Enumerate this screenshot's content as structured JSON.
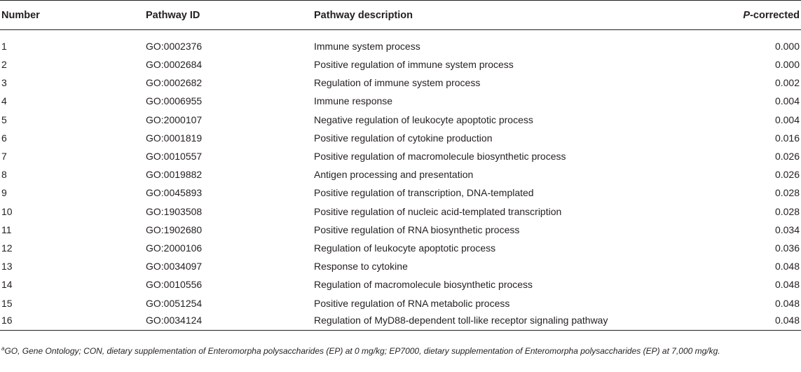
{
  "table": {
    "headers": {
      "number": "Number",
      "pathway_id": "Pathway ID",
      "description": "Pathway description",
      "p_prefix": "P",
      "p_suffix": "-corrected"
    },
    "rows": [
      {
        "number": "1",
        "id": "GO:0002376",
        "description": "Immune system process",
        "p": "0.000"
      },
      {
        "number": "2",
        "id": "GO:0002684",
        "description": "Positive regulation of immune system process",
        "p": "0.000"
      },
      {
        "number": "3",
        "id": "GO:0002682",
        "description": "Regulation of immune system process",
        "p": "0.002"
      },
      {
        "number": "4",
        "id": "GO:0006955",
        "description": "Immune response",
        "p": "0.004"
      },
      {
        "number": "5",
        "id": "GO:2000107",
        "description": "Negative regulation of leukocyte apoptotic process",
        "p": "0.004"
      },
      {
        "number": "6",
        "id": "GO:0001819",
        "description": "Positive regulation of cytokine production",
        "p": "0.016"
      },
      {
        "number": "7",
        "id": "GO:0010557",
        "description": "Positive regulation of macromolecule biosynthetic process",
        "p": "0.026"
      },
      {
        "number": "8",
        "id": "GO:0019882",
        "description": "Antigen processing and presentation",
        "p": "0.026"
      },
      {
        "number": "9",
        "id": "GO:0045893",
        "description": "Positive regulation of transcription, DNA-templated",
        "p": "0.028"
      },
      {
        "number": "10",
        "id": "GO:1903508",
        "description": "Positive regulation of nucleic acid-templated transcription",
        "p": "0.028"
      },
      {
        "number": "11",
        "id": "GO:1902680",
        "description": "Positive regulation of RNA biosynthetic process",
        "p": "0.034"
      },
      {
        "number": "12",
        "id": "GO:2000106",
        "description": "Regulation of leukocyte apoptotic process",
        "p": "0.036"
      },
      {
        "number": "13",
        "id": "GO:0034097",
        "description": "Response to cytokine",
        "p": "0.048"
      },
      {
        "number": "14",
        "id": "GO:0010556",
        "description": "Regulation of macromolecule biosynthetic process",
        "p": "0.048"
      },
      {
        "number": "15",
        "id": "GO:0051254",
        "description": "Positive regulation of RNA metabolic process",
        "p": "0.048"
      },
      {
        "number": "16",
        "id": "GO:0034124",
        "description": "Regulation of MyD88-dependent toll-like receptor signaling pathway",
        "p": "0.048"
      }
    ]
  },
  "footnote": {
    "marker": "a",
    "text": "GO, Gene Ontology; CON, dietary supplementation of Enteromorpha polysaccharides (EP) at 0 mg/kg; EP7000, dietary supplementation of Enteromorpha polysaccharides (EP) at 7,000 mg/kg."
  }
}
